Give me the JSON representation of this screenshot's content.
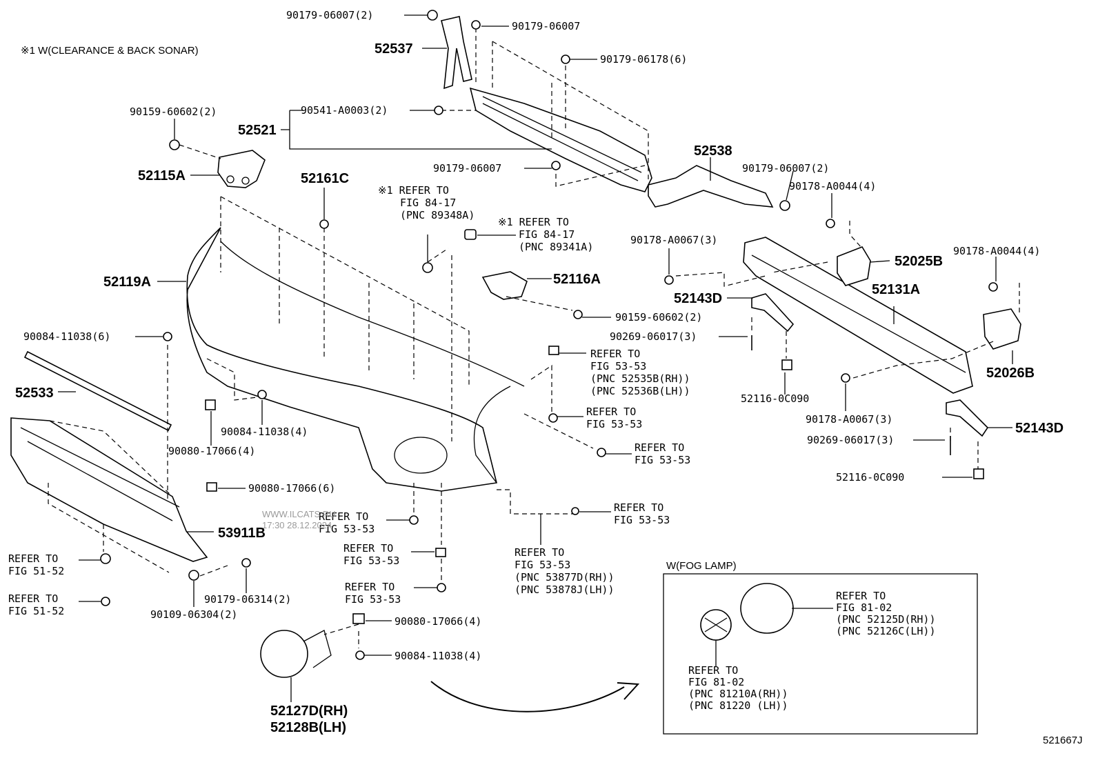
{
  "header_note": "※1 W(CLEARANCE & BACK SONAR)",
  "diagram_id": "521667J",
  "watermark": {
    "site": "WWW.ILCATS.RU",
    "stamp": "17:30 28.12.2024"
  },
  "parts": {
    "p52537": "52537",
    "p52521": "52521",
    "p52115A": "52115A",
    "p52161C": "52161C",
    "p52119A": "52119A",
    "p52533": "52533",
    "p53911B": "53911B",
    "p52538": "52538",
    "p52116A": "52116A",
    "p52025B": "52025B",
    "p52131A": "52131A",
    "p52143D_a": "52143D",
    "p52143D_b": "52143D",
    "p52026B": "52026B",
    "p52127D": "52127D(RH)",
    "p52128B": "52128B(LH)"
  },
  "fasteners": {
    "f1": "90179-06007(2)",
    "f2": "90179-06007",
    "f3": "90179-06178(6)",
    "f4": "90159-60602(2)",
    "f5": "90541-A0003(2)",
    "f6": "90179-06007",
    "f7": "90179-06007(2)",
    "f8": "90178-A0044(4)",
    "f9": "90178-A0067(3)",
    "f10": "90178-A0044(4)",
    "f11": "90159-60602(2)",
    "f12": "90269-06017(3)",
    "f13": "90084-11038(6)",
    "f14": "90084-11038(4)",
    "f15": "90080-17066(4)",
    "f16": "90080-17066(6)",
    "f17": "52116-0C090",
    "f18": "90178-A0067(3)",
    "f19": "90269-06017(3)",
    "f20": "52116-0C090",
    "f21": "90179-06314(2)",
    "f22": "90109-06304(2)",
    "f23": "90080-17066(4)",
    "f24": "90084-11038(4)"
  },
  "refs": {
    "r_sonar1": [
      "※1 REFER TO",
      "FIG 84-17",
      "(PNC 89348A)"
    ],
    "r_sonar2": [
      "※1 REFER TO",
      "FIG 84-17",
      "(PNC 89341A)"
    ],
    "r_53a": [
      "REFER TO",
      "FIG 53-53",
      "(PNC 52535B(RH))",
      "(PNC 52536B(LH))"
    ],
    "r_53b": [
      "REFER TO",
      "FIG 53-53"
    ],
    "r_53c": [
      "REFER TO",
      "FIG 53-53"
    ],
    "r_53d": [
      "REFER TO",
      "FIG 53-53"
    ],
    "r_53e": [
      "REFER TO",
      "FIG 53-53"
    ],
    "r_53f": [
      "REFER TO",
      "FIG 53-53"
    ],
    "r_53g": [
      "REFER TO",
      "FIG 53-53"
    ],
    "r_53h": [
      "REFER TO",
      "FIG 53-53",
      "(PNC 53877D(RH))",
      "(PNC 53878J(LH))"
    ],
    "r_51a": [
      "REFER TO",
      "FIG 51-52"
    ],
    "r_51b": [
      "REFER TO",
      "FIG 51-52"
    ],
    "r_81a": [
      "REFER TO",
      "FIG 81-02",
      "(PNC 52125D(RH))",
      "(PNC 52126C(LH))"
    ],
    "r_81b": [
      "REFER TO",
      "FIG 81-02",
      "(PNC 81210A(RH))",
      "(PNC 81220 (LH))"
    ]
  },
  "inset_title": "W(FOG LAMP)"
}
